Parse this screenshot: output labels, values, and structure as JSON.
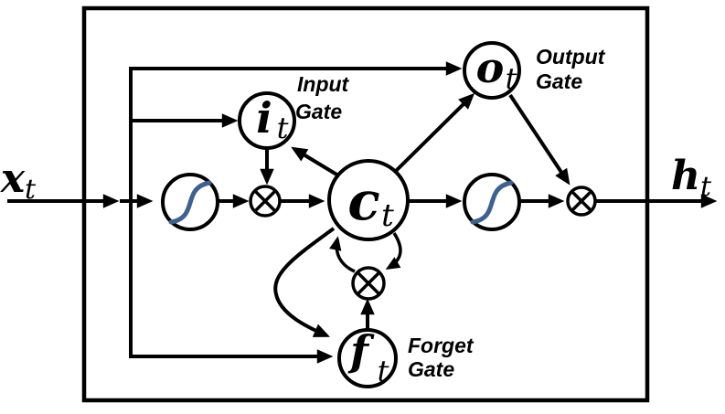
{
  "diagram": {
    "io": {
      "input": {
        "base": "x",
        "sub": "t"
      },
      "output": {
        "base": "h",
        "sub": "t"
      }
    },
    "nodes": {
      "cell_state": {
        "base": "c",
        "sub": "t"
      },
      "input_gate": {
        "base": "i",
        "sub": "t"
      },
      "output_gate": {
        "base": "o",
        "sub": "t"
      },
      "forget_gate": {
        "base": "f",
        "sub": "t"
      }
    },
    "gate_labels": {
      "input": {
        "line1": "Input",
        "line2": "Gate"
      },
      "output": {
        "line1": "Output",
        "line2": "Gate"
      },
      "forget": {
        "line1": "Forget",
        "line2": "Gate"
      }
    },
    "icons": {
      "multiply": "⊗",
      "activation": "sigmoid-s-curve"
    },
    "colors": {
      "line": "#000000",
      "activation_curve": "#3e618f",
      "background": "#ffffff"
    }
  }
}
